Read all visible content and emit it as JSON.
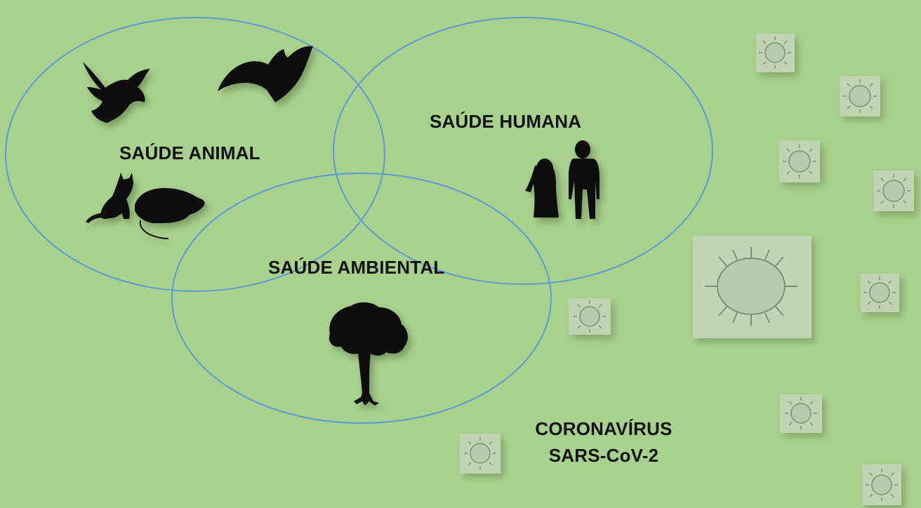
{
  "diagram": {
    "circles": {
      "animal": {
        "label": "SAÚDE ANIMAL",
        "icons": [
          "bird-icon",
          "bat-icon",
          "cat-icon",
          "mouse-icon"
        ]
      },
      "human": {
        "label": "SAÚDE HUMANA",
        "icons": [
          "woman-icon",
          "man-icon"
        ]
      },
      "environment": {
        "label": "SAÚDE AMBIENTAL",
        "icons": [
          "tree-icon"
        ]
      }
    },
    "virus_caption": {
      "line1": "CORONAVÍRUS",
      "line2": "SARS-CoV-2"
    },
    "colors": {
      "background": "#a9d18e",
      "circle_stroke": "#5b9bd5",
      "text": "#111111",
      "silhouette": "#0a0a0a",
      "virus_tile": "#c8d6be",
      "virus_stroke": "#7f8f76"
    }
  }
}
